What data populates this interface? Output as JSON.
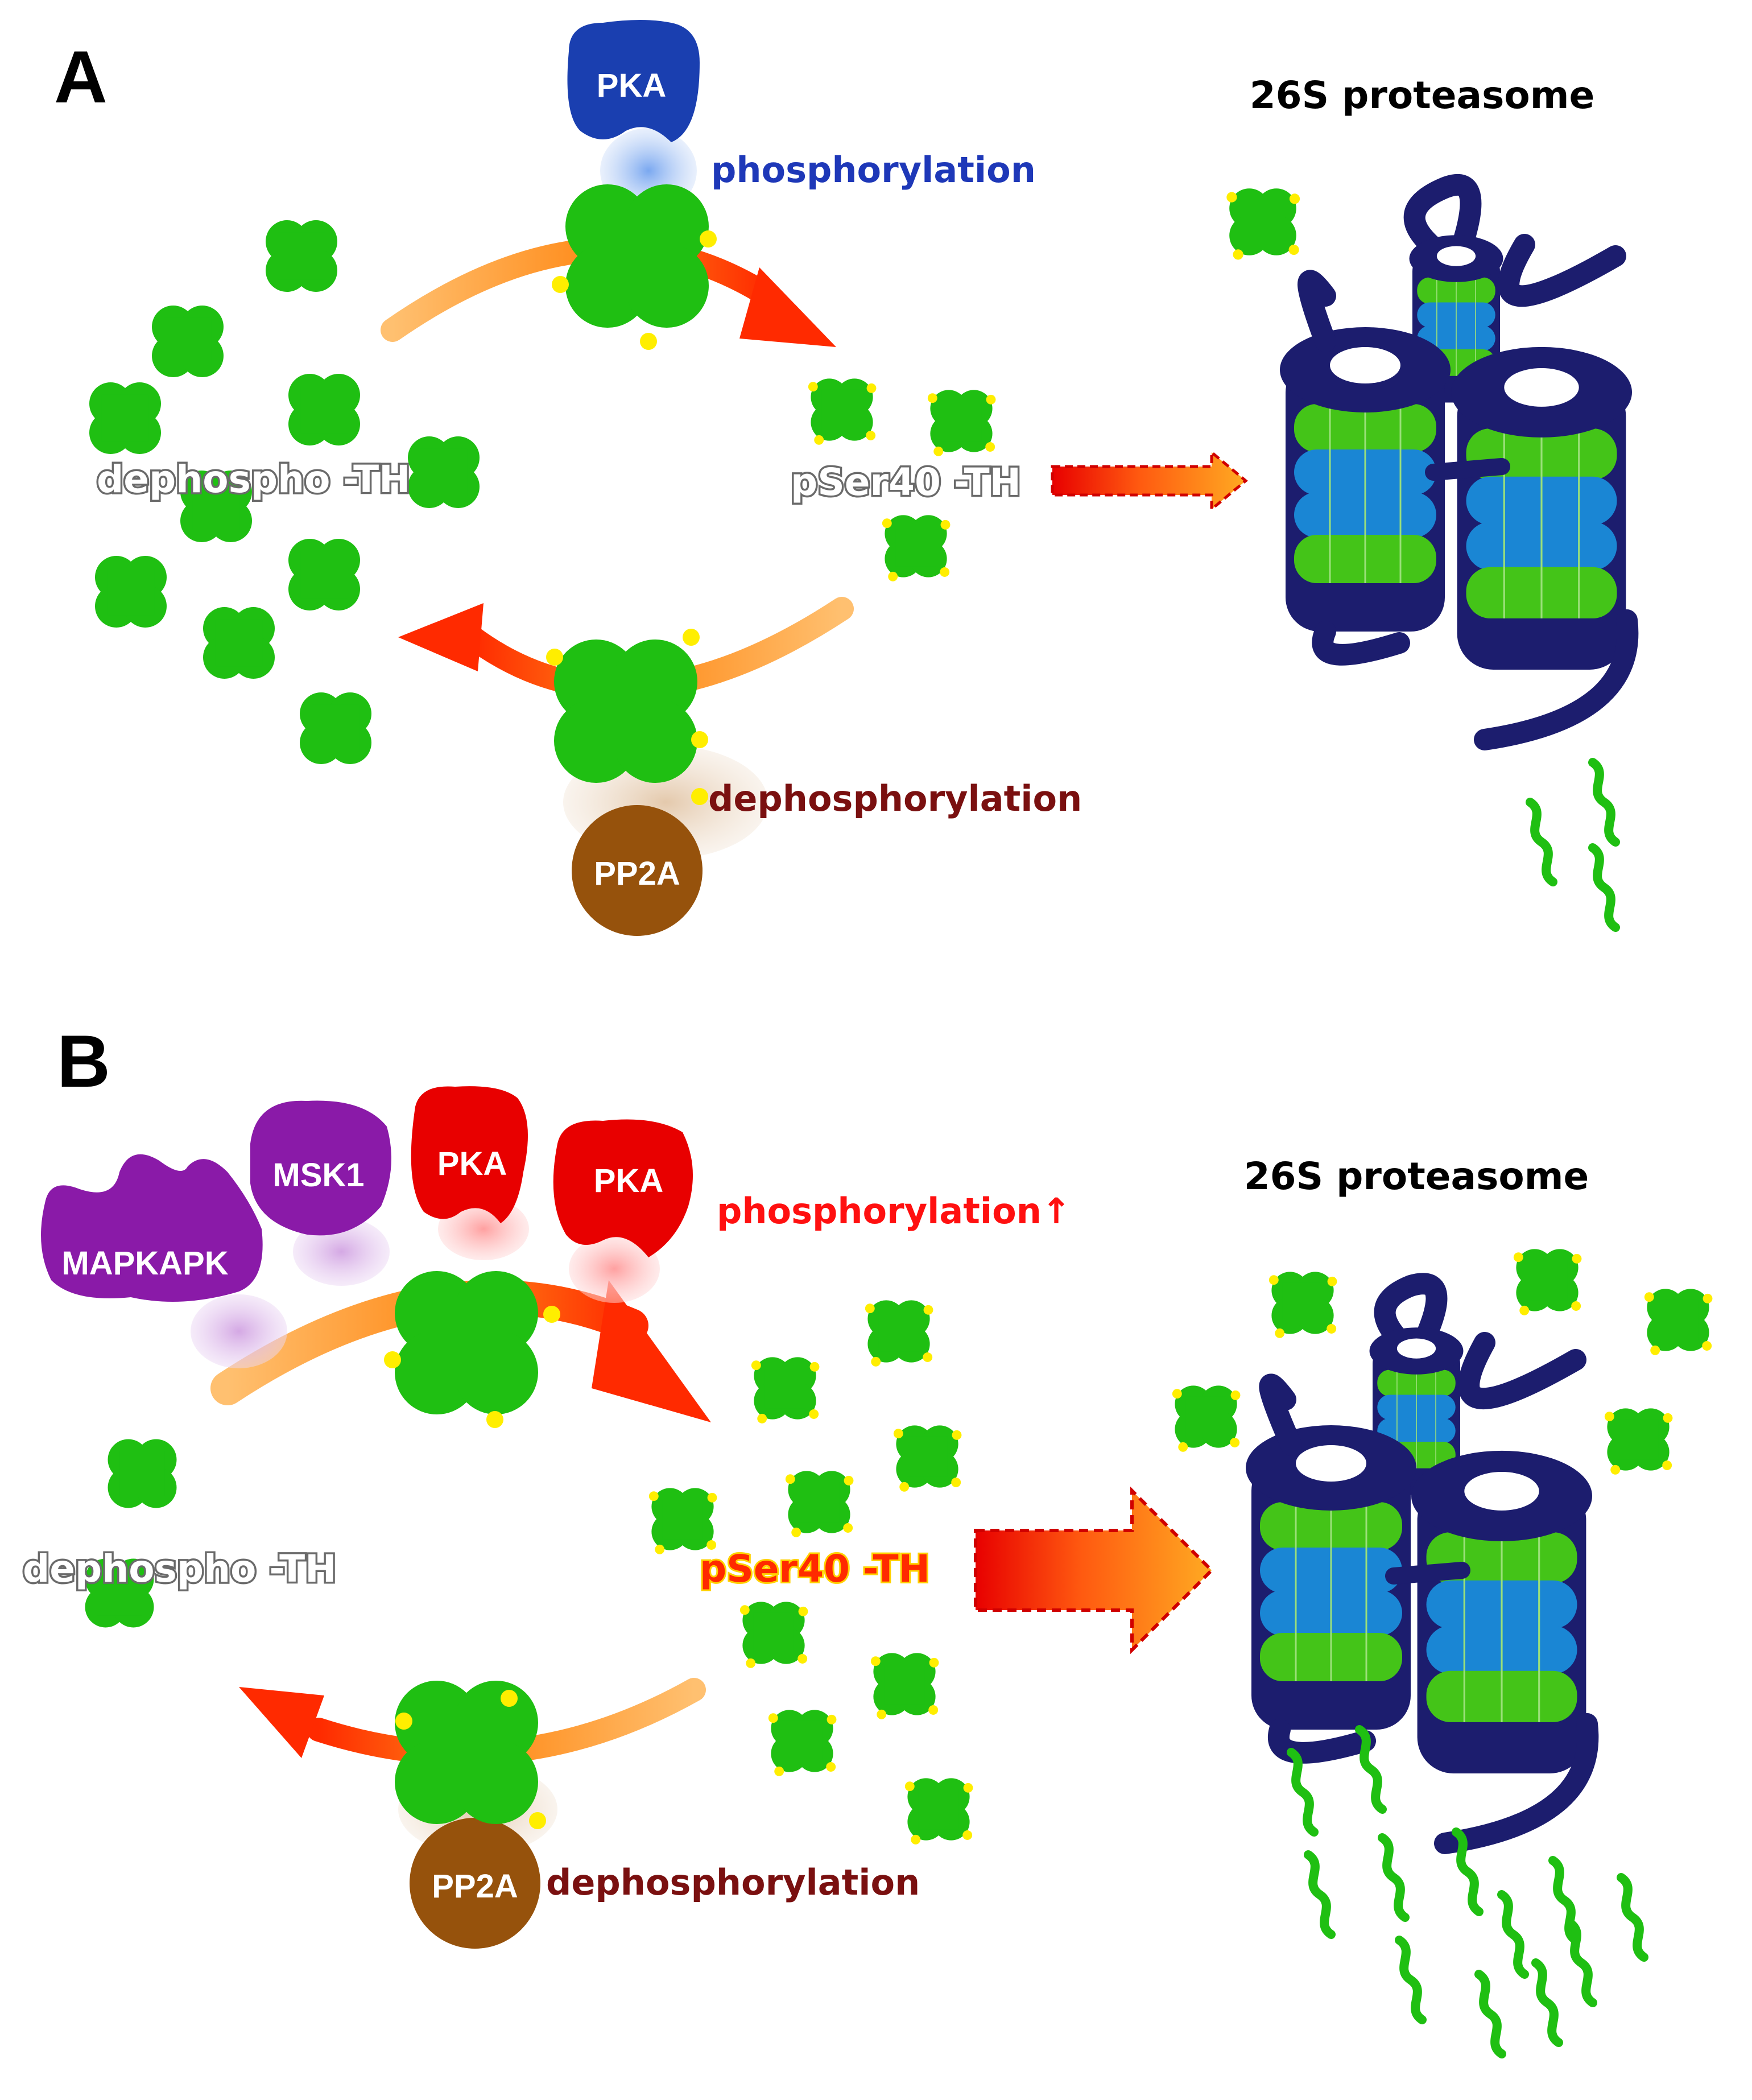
{
  "panels": [
    {
      "letter": "A",
      "enzymes": {
        "kinase": "PKA",
        "phosphatase": "PP2A"
      },
      "labels": {
        "phosphorylation": "phosphorylation",
        "dephosphorylation": "dephosphorylation",
        "dephospho": "dephospho -TH",
        "pser40": "pSer40 -TH",
        "proteasome": "26S proteasome"
      }
    },
    {
      "letter": "B",
      "enzymes": {
        "kinase1": "MAPKAPK",
        "kinase2": "MSK1",
        "kinase3": "PKA",
        "kinase4": "PKA",
        "phosphatase": "PP2A"
      },
      "labels": {
        "phosphorylation": "phosphorylation↑",
        "dephosphorylation": "dephosphorylation",
        "dephospho": "dephospho -TH",
        "pser40": "pSer40 -TH",
        "proteasome": "26S proteasome"
      }
    }
  ],
  "colors": {
    "th_green": "#1fbf12",
    "phospho_dot": "#ffee00",
    "pka_blue": "#1a3fb0",
    "pka_red": "#e80000",
    "msk_purple": "#8a1aa8",
    "pp2a_brown": "#96520c",
    "proteasome_navy": "#1c1d6e",
    "proteasome_blue": "#1a86d4",
    "proteasome_green": "#44c418",
    "phospho_text_blue": "#1e38b8",
    "phospho_text_red": "#ff1010",
    "dephospho_text": "#7a1010"
  }
}
